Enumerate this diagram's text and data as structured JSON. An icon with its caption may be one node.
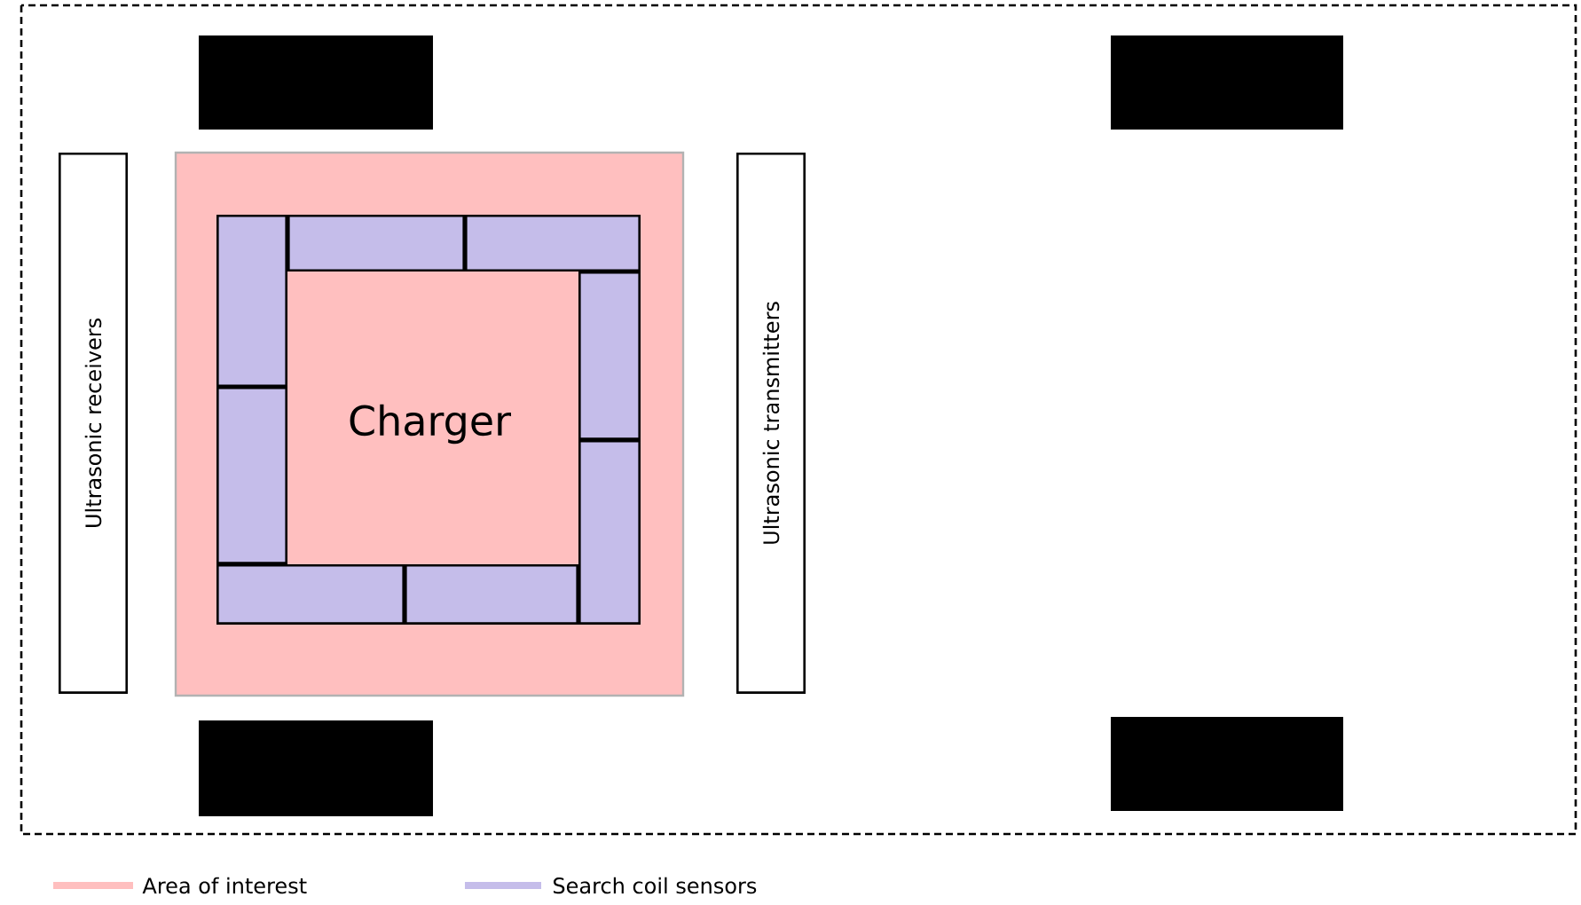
{
  "diagram": {
    "nodes": [
      {
        "text": [],
        "shape": "box"
      },
      {
        "text": [],
        "shape": "box"
      },
      {
        "text": [
          "Ultrasonic receivers"
        ]
      },
      {
        "text": [
          "Charger"
        ]
      },
      {
        "text": [],
        "shape": "box",
        "in": 3
      },
      {
        "text": [],
        "shape": "box",
        "in": 3
      },
      {
        "text": [],
        "shape": "box",
        "in": 3
      },
      {
        "text": [],
        "shape": "box",
        "in": 3
      },
      {
        "text": [],
        "shape": "box",
        "in": 3
      },
      {
        "text": [],
        "shape": "box",
        "in": 3
      },
      {
        "text": [],
        "shape": "box",
        "in": 3
      },
      {
        "text": [],
        "shape": "box",
        "in": 3
      },
      {
        "text": [
          "Ultrasonic transmitters"
        ]
      },
      {
        "text": [],
        "shape": "box"
      },
      {
        "text": [],
        "shape": "box"
      }
    ],
    "legend": [
      {
        "text": "Area of interest",
        "color": "#ffbfbf"
      },
      {
        "text": "Search coil sensors",
        "color": "#c5bdea"
      }
    ]
  }
}
